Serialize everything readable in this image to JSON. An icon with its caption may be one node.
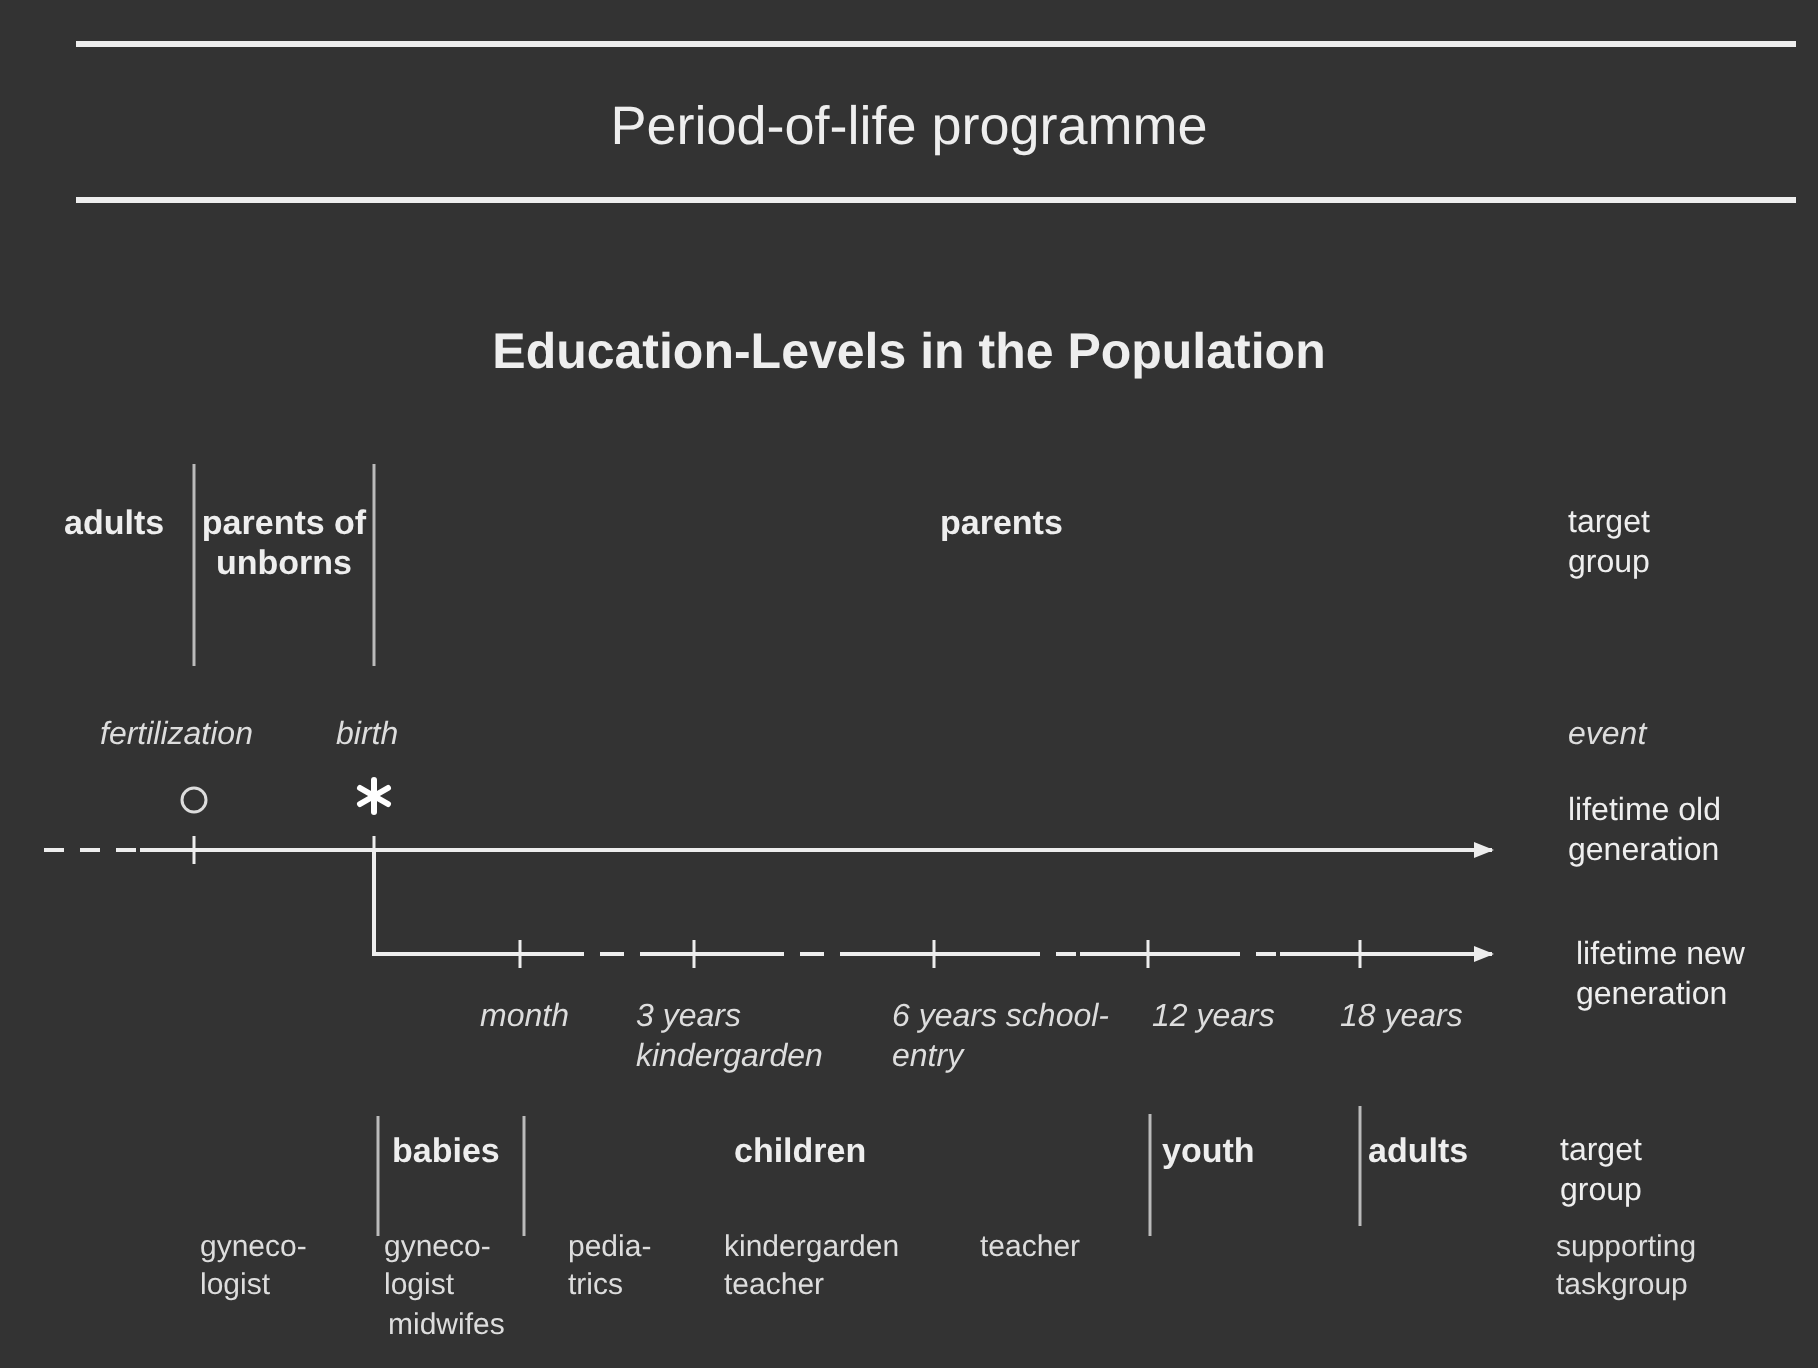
{
  "diagram": {
    "title": "Period-of-life programme",
    "labels": [
      "Education-Levels in the Population",
      "adults",
      "parents of unborns",
      "parents",
      "target group",
      "fertilization",
      "birth",
      "event",
      "lifetime old generation",
      "lifetime new generation",
      "month",
      "3 years kindergarden",
      "6 years school-entry",
      "12 years",
      "18 years",
      "babies",
      "children",
      "youth",
      "adults",
      "target group",
      "gyneco- logist",
      "gyneco- logist",
      "midwifes",
      "pedia- trics",
      "kindergarden teacher",
      "teacher",
      "supporting taskgroup"
    ]
  }
}
